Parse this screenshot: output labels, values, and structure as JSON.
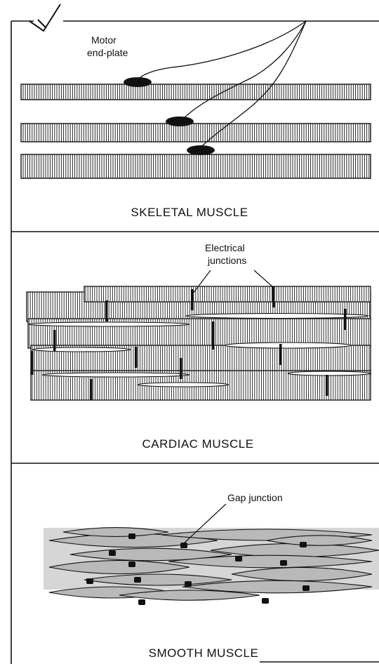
{
  "panels": [
    {
      "id": "skeletal",
      "title": "SKELETAL MUSCLE",
      "callout_lines": [
        "Motor",
        "end-plate"
      ]
    },
    {
      "id": "cardiac",
      "title": "CARDIAC MUSCLE",
      "callout_lines": [
        "Electrical",
        "junctions"
      ]
    },
    {
      "id": "smooth",
      "title": "SMOOTH MUSCLE",
      "callout_lines": [
        "Gap junction"
      ]
    }
  ],
  "colors": {
    "ink": "#111111",
    "smooth_fill": "#b9b9b9",
    "paper": "#ffffff"
  }
}
